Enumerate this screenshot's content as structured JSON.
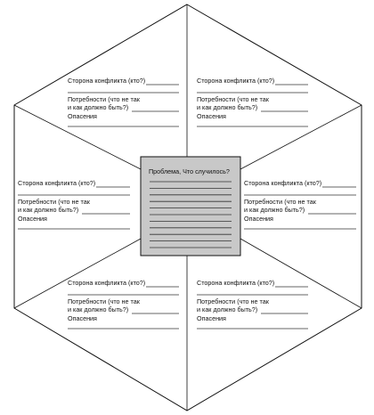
{
  "center": {
    "title": "Проблема, Что случилось?",
    "line_count": 11
  },
  "sections": [
    {
      "id": "top-left",
      "party": "Сторона конфликта (кто?)",
      "needs_1": "Потребности (что не так",
      "needs_2": "и как должно быть?)",
      "fears": "Опасения"
    },
    {
      "id": "top-right",
      "party": "Сторона конфликта (кто?)",
      "needs_1": "Потребности (что не так",
      "needs_2": "и как должно быть?)",
      "fears": "Опасения"
    },
    {
      "id": "left",
      "party": "Сторона конфликта (кто?)",
      "needs_1": "Потребности (что не так",
      "needs_2": "и как должно быть?)",
      "fears": "Опасения"
    },
    {
      "id": "right",
      "party": "Сторона конфликта (кто?)",
      "needs_1": "Потребности (что не так",
      "needs_2": "и как должно быть?)",
      "fears": "Опасения"
    },
    {
      "id": "bottom-left",
      "party": "Сторона конфликта (кто?)",
      "needs_1": "Потребности (что не так",
      "needs_2": "и как должно быть?)",
      "fears": "Опасения"
    },
    {
      "id": "bottom-right",
      "party": "Сторона конфликта (кто?)",
      "needs_1": "Потребности (что не так",
      "needs_2": "и как должно быть?)",
      "fears": "Опасения"
    }
  ],
  "colors": {
    "center_fill": "#c8c8c8",
    "stroke": "#111111"
  }
}
